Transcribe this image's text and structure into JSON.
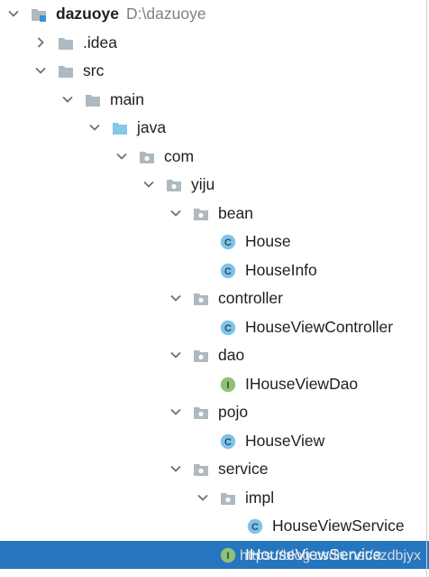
{
  "project": {
    "name": "dazuoye",
    "path": "D:\\dazuoye"
  },
  "tree": [
    {
      "label": "dazuoye",
      "path": "D:\\dazuoye",
      "depth": 0,
      "arrow": "down",
      "icon": "project-folder-icon",
      "name": "tree-row-dazuoye",
      "bold": true
    },
    {
      "label": ".idea",
      "depth": 1,
      "arrow": "right",
      "icon": "folder-icon",
      "name": "tree-row-idea"
    },
    {
      "label": "src",
      "depth": 1,
      "arrow": "down",
      "icon": "folder-icon",
      "name": "tree-row-src"
    },
    {
      "label": "main",
      "depth": 2,
      "arrow": "down",
      "icon": "folder-icon",
      "name": "tree-row-main"
    },
    {
      "label": "java",
      "depth": 3,
      "arrow": "down",
      "icon": "source-folder-icon",
      "name": "tree-row-java"
    },
    {
      "label": "com",
      "depth": 4,
      "arrow": "down",
      "icon": "package-icon",
      "name": "tree-row-com"
    },
    {
      "label": "yiju",
      "depth": 5,
      "arrow": "down",
      "icon": "package-icon",
      "name": "tree-row-yiju"
    },
    {
      "label": "bean",
      "depth": 6,
      "arrow": "down",
      "icon": "package-icon",
      "name": "tree-row-bean"
    },
    {
      "label": "House",
      "depth": 7,
      "arrow": "none",
      "icon": "class-icon",
      "name": "tree-row-house"
    },
    {
      "label": "HouseInfo",
      "depth": 7,
      "arrow": "none",
      "icon": "class-icon",
      "name": "tree-row-houseinfo"
    },
    {
      "label": "controller",
      "depth": 6,
      "arrow": "down",
      "icon": "package-icon",
      "name": "tree-row-controller"
    },
    {
      "label": "HouseViewController",
      "depth": 7,
      "arrow": "none",
      "icon": "class-icon",
      "name": "tree-row-houseviewcontroller"
    },
    {
      "label": "dao",
      "depth": 6,
      "arrow": "down",
      "icon": "package-icon",
      "name": "tree-row-dao"
    },
    {
      "label": "IHouseViewDao",
      "depth": 7,
      "arrow": "none",
      "icon": "interface-icon",
      "name": "tree-row-ihouseviewdao"
    },
    {
      "label": "pojo",
      "depth": 6,
      "arrow": "down",
      "icon": "package-icon",
      "name": "tree-row-pojo"
    },
    {
      "label": "HouseView",
      "depth": 7,
      "arrow": "none",
      "icon": "class-icon",
      "name": "tree-row-houseview"
    },
    {
      "label": "service",
      "depth": 6,
      "arrow": "down",
      "icon": "package-icon",
      "name": "tree-row-service"
    },
    {
      "label": "impl",
      "depth": 7,
      "arrow": "down",
      "icon": "package-icon",
      "name": "tree-row-impl"
    },
    {
      "label": "HouseViewService",
      "depth": 8,
      "arrow": "none",
      "icon": "class-icon",
      "name": "tree-row-houseviewservice"
    },
    {
      "label": "IHouseViewService",
      "depth": 7,
      "arrow": "none",
      "icon": "interface-icon",
      "name": "tree-row-ihouseviewservice",
      "selected": true
    }
  ],
  "selected_index": 19,
  "watermark": "https://blog.csdn.net/szdbjyx",
  "colors": {
    "selection": "#2675bf",
    "folder": "#aeb9c0",
    "source_folder": "#87c8e8",
    "class_badge": "#7fc3e8",
    "interface_badge": "#8fc17a",
    "arrow": "#6e6e6e"
  }
}
